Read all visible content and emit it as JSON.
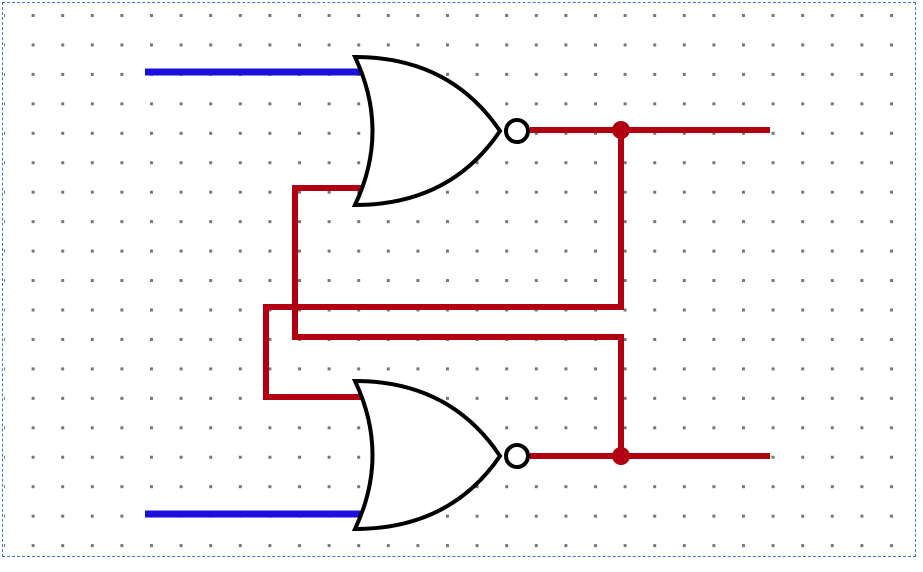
{
  "canvas": {
    "title": "",
    "grid": true,
    "colors": {
      "input_wire": "#1a0fdc",
      "feedback_wire": "#b00012",
      "gate_outline": "#000000",
      "grid_dot": "#777777",
      "selection_border": "#3b78d8"
    }
  },
  "components": [
    {
      "type": "NOR gate",
      "name": "gate-top"
    },
    {
      "type": "NOR gate",
      "name": "gate-bottom"
    }
  ],
  "wires": [
    {
      "name": "input-top",
      "kind": "input"
    },
    {
      "name": "input-bottom",
      "kind": "input"
    },
    {
      "name": "output-top",
      "kind": "output"
    },
    {
      "name": "output-bottom",
      "kind": "output"
    },
    {
      "name": "feedback-top-to-bottom",
      "kind": "feedback"
    },
    {
      "name": "feedback-bottom-to-top",
      "kind": "feedback"
    }
  ]
}
